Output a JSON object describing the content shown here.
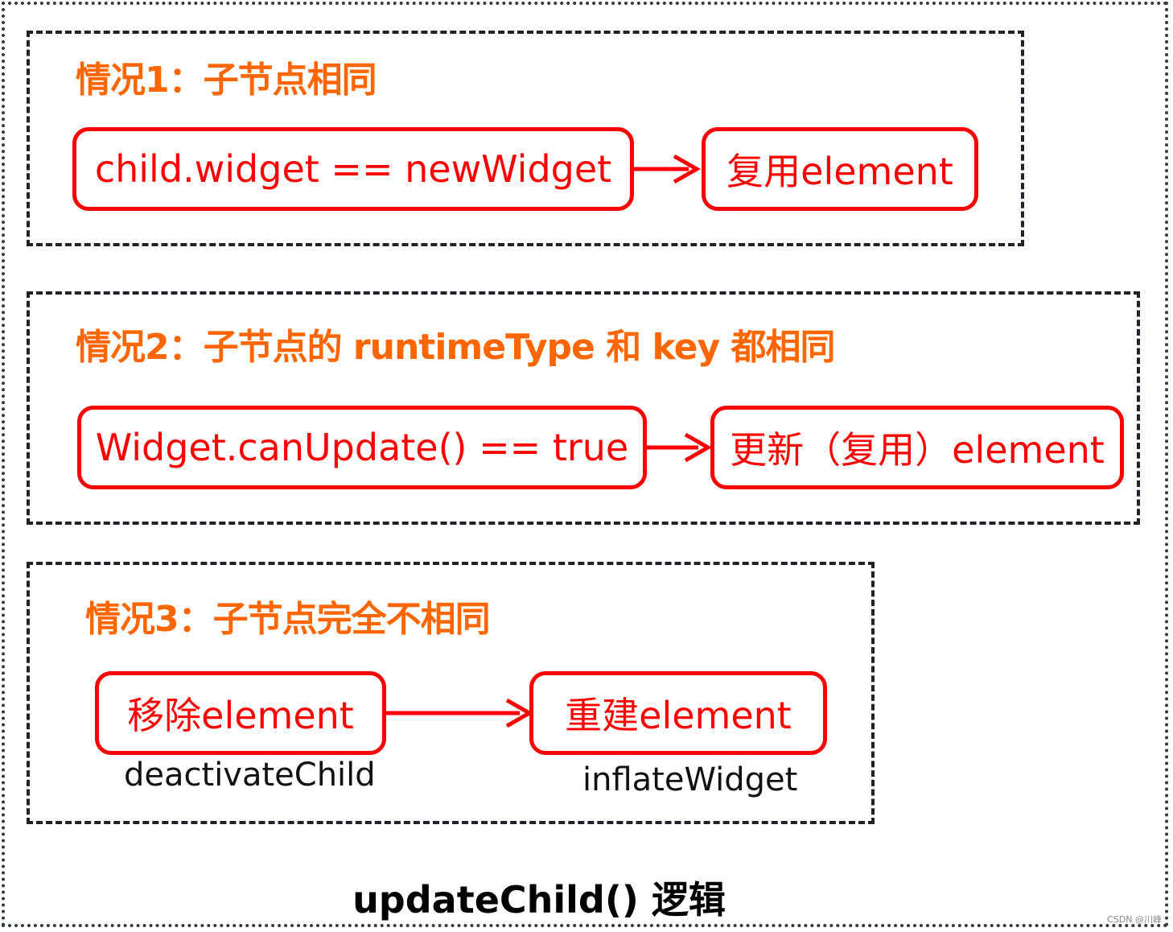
{
  "diagram": {
    "title": "updateChild() 逻辑",
    "watermark": "CSDN @川峰",
    "colors": {
      "case_title": "#ff6600",
      "node_border": "#ff0000",
      "node_text": "#ff0000",
      "box_border": "#1f2329"
    },
    "cases": [
      {
        "title": "情况1：子节点相同",
        "condition": "child.widget == newWidget",
        "result": "复用element"
      },
      {
        "title": "情况2：子节点的 runtimeType 和 key 都相同",
        "condition": "Widget.canUpdate() == true",
        "result": "更新（复用）element"
      },
      {
        "title": "情况3：子节点完全不相同",
        "condition": "移除element",
        "condition_sub": "deactivateChild",
        "result": "重建element",
        "result_sub": "inflateWidget"
      }
    ]
  }
}
